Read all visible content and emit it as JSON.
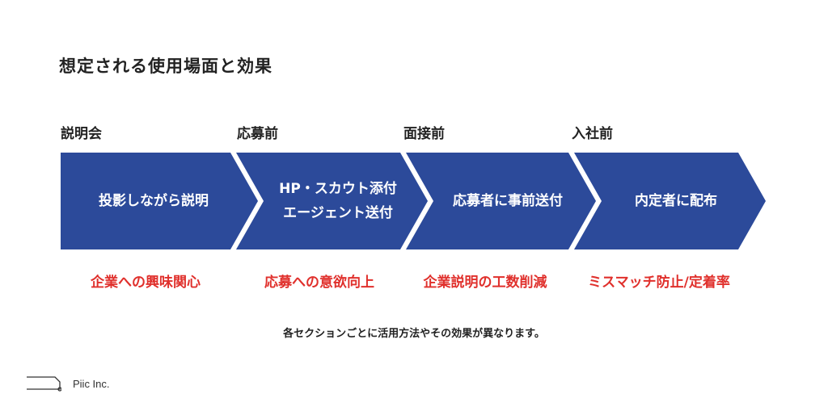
{
  "title": "想定される使用場面と効果",
  "colors": {
    "chevron": "#2c4a9a",
    "effect_text": "#e0302c",
    "text": "#222222"
  },
  "stages": [
    {
      "label": "説明会",
      "lines": [
        "投影しながら説明"
      ],
      "effect": "企業への興味関心"
    },
    {
      "label": "応募前",
      "lines": [
        "HP・スカウト添付",
        "エージェント送付"
      ],
      "effect": "応募への意欲向上"
    },
    {
      "label": "面接前",
      "lines": [
        "応募者に事前送付"
      ],
      "effect": "企業説明の工数削減"
    },
    {
      "label": "入社前",
      "lines": [
        "内定者に配布"
      ],
      "effect": "ミスマッチ防止/定着率"
    }
  ],
  "note": "各セクションごとに活用方法やその効果が異なります。",
  "logo": {
    "icon": "piic-logo-icon",
    "text": "Piic Inc."
  }
}
